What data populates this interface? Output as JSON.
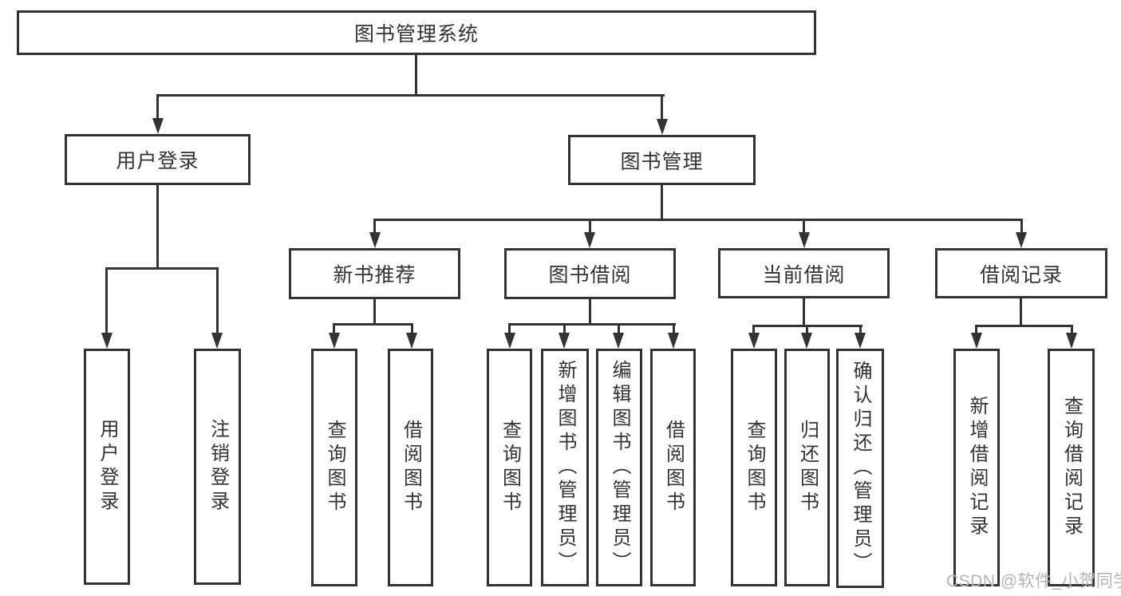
{
  "diagram": {
    "root": {
      "label": "图书管理系统",
      "children": [
        {
          "label": "用户登录",
          "children": [
            {
              "label": "用户登录"
            },
            {
              "label": "注销登录"
            }
          ]
        },
        {
          "label": "图书管理",
          "children": [
            {
              "label": "新书推荐",
              "children": [
                {
                  "label": "查询图书"
                },
                {
                  "label": "借阅图书"
                }
              ]
            },
            {
              "label": "图书借阅",
              "children": [
                {
                  "label": "查询图书"
                },
                {
                  "label": "新增图书（管理员）"
                },
                {
                  "label": "编辑图书（管理员）"
                },
                {
                  "label": "借阅图书"
                }
              ]
            },
            {
              "label": "当前借阅",
              "children": [
                {
                  "label": "查询图书"
                },
                {
                  "label": "归还图书"
                },
                {
                  "label": "确认归还（管理员）"
                }
              ]
            },
            {
              "label": "借阅记录",
              "children": [
                {
                  "label": "新增借阅记录"
                },
                {
                  "label": "查询借阅记录"
                }
              ]
            }
          ]
        }
      ]
    }
  },
  "watermark": {
    "text": "CSDN @软件_小贺同学"
  },
  "colors": {
    "line": "#333333",
    "border": "#333333",
    "text": "#333333",
    "background": "#ffffff",
    "watermark_text": "#b5b5b5"
  }
}
